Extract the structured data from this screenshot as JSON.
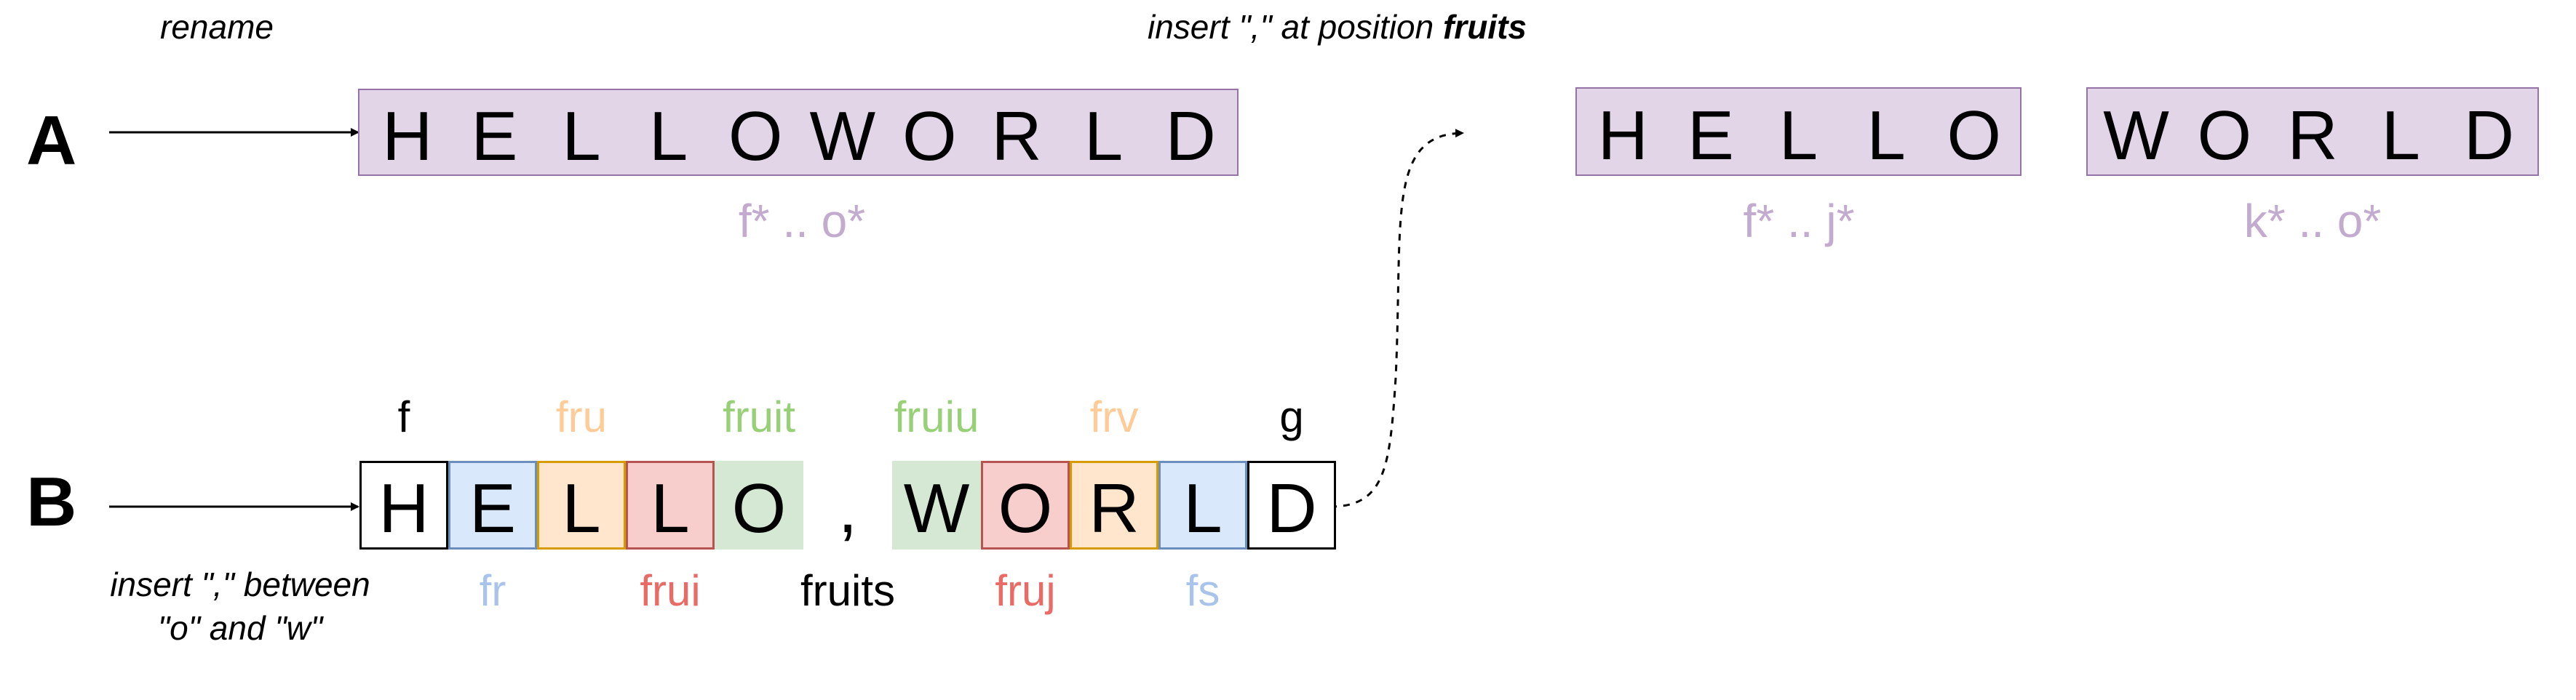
{
  "captions": {
    "rename": "rename",
    "insert_at_prefix": "insert \",\" at position ",
    "insert_at_key": "fruits",
    "insert_between_line1": "insert \",\" between",
    "insert_between_line2": "\"o\" and \"w\""
  },
  "rows": {
    "a": "A",
    "b": "B"
  },
  "row_a": {
    "letters": [
      "H",
      "E",
      "L",
      "L",
      "O",
      "W",
      "O",
      "R",
      "L",
      "D"
    ],
    "range": "f* .. o*",
    "color": "#e1d5e7"
  },
  "split": {
    "left": {
      "letters": [
        "H",
        "E",
        "L",
        "L",
        "O"
      ],
      "range": "f* .. j*"
    },
    "right": {
      "letters": [
        "W",
        "O",
        "R",
        "L",
        "D"
      ],
      "range": "k* .. o*"
    }
  },
  "row_b": {
    "cells": [
      {
        "char": "H",
        "key": "f",
        "fill": "#ffffff",
        "stroke": "#000000",
        "key_color": "#000000"
      },
      {
        "char": "E",
        "key": "fr",
        "fill": "#dae8fc",
        "stroke": "#6c8ebf",
        "key_color": "#a9c4eb"
      },
      {
        "char": "L",
        "key": "fru",
        "fill": "#ffe6cc",
        "stroke": "#d79b00",
        "key_color": "#ffcc99"
      },
      {
        "char": "L",
        "key": "frui",
        "fill": "#f8cecc",
        "stroke": "#b85450",
        "key_color": "#ea6b66"
      },
      {
        "char": "O",
        "key": "fruit",
        "fill": "#d5e8d4",
        "stroke": "#d5e8d4",
        "key_color": "#97d077"
      },
      {
        "char": ",",
        "key": "fruits",
        "fill": "#ffffff",
        "stroke": "#ffffff",
        "key_color": "#000000"
      },
      {
        "char": "W",
        "key": "fruiu",
        "fill": "#d5e8d4",
        "stroke": "#d5e8d4",
        "key_color": "#97d077"
      },
      {
        "char": "O",
        "key": "fruj",
        "fill": "#f8cecc",
        "stroke": "#b85450",
        "key_color": "#ea6b66"
      },
      {
        "char": "R",
        "key": "frv",
        "fill": "#ffe6cc",
        "stroke": "#d79b00",
        "key_color": "#ffcc99"
      },
      {
        "char": "L",
        "key": "fs",
        "fill": "#dae8fc",
        "stroke": "#6c8ebf",
        "key_color": "#a9c4eb"
      },
      {
        "char": "D",
        "key": "g",
        "fill": "#ffffff",
        "stroke": "#000000",
        "key_color": "#000000"
      }
    ]
  }
}
